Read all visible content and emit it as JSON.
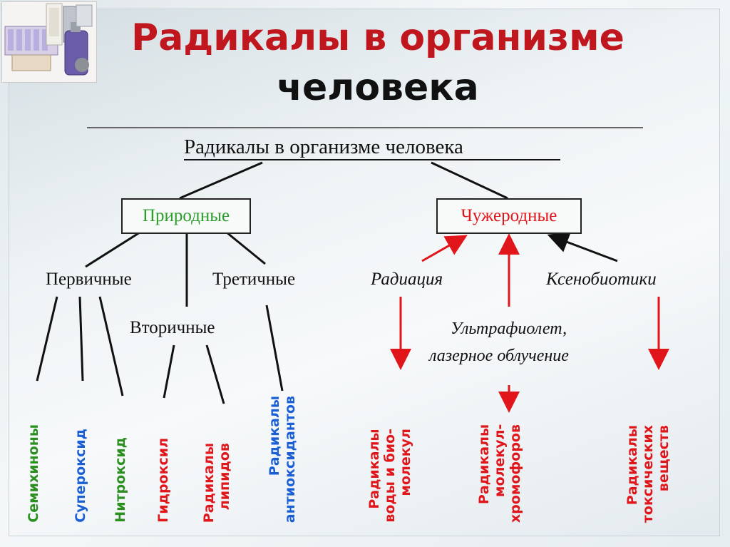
{
  "slide": {
    "title_line1": "Радикалы в организме",
    "title_line2": "человека"
  },
  "diagram": {
    "root": "Радикалы в организме человека",
    "natural": "Природные",
    "foreign": "Чужеродные",
    "primary": "Первичные",
    "secondary": "Вторичные",
    "tertiary": "Третичные",
    "radiation": "Радиация",
    "xenobiotics": "Ксенобиотики",
    "uv_line1": "Ультрафиолет,",
    "uv_line2": "лазерное облучение",
    "leaves": {
      "semiquinones": "Семихиноны",
      "superoxide": "Супероксид",
      "nitroxide": "Нитроксид",
      "hydroxyl": "Гидроксил",
      "lipid_radicals": "Радикалы\nлипидов",
      "antioxidant_radicals": "Радикалы\nантиоксидантов",
      "water_radicals": "Радикалы\nводы и био-\nмолекул",
      "chromophore_radicals": "Радикалы\nмолекул-\nхромофоров",
      "toxic_radicals": "Радикалы\nтоксических\nвеществ"
    }
  },
  "colors": {
    "title_red": "#c0161d",
    "natural_green": "#2a9d2a",
    "foreign_red": "#e0161b",
    "leaf_green": "#2a8f1f",
    "leaf_blue": "#1a5fd6",
    "leaf_red": "#e0161b"
  },
  "icons": {
    "thumbnail": "cosmetics-bottles-image"
  }
}
